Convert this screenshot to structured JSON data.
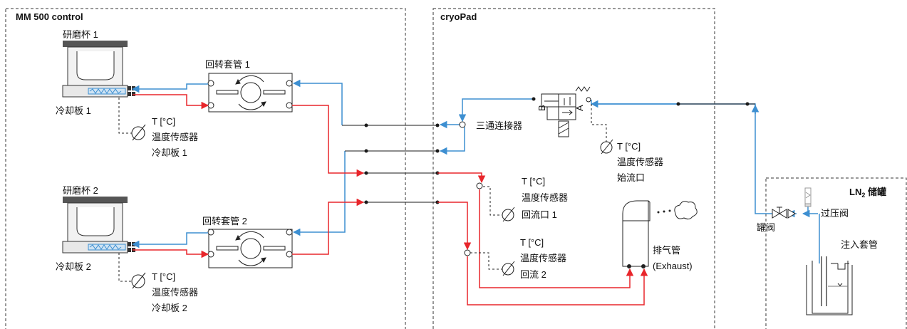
{
  "regions": {
    "mm500": "MM 500 control",
    "cryopad": "cryoPad",
    "ln2_prefix": "LN",
    "ln2_sub": "2",
    "ln2_suffix": " 储罐"
  },
  "labels": {
    "jar1": "研磨杯 1",
    "jar2": "研磨杯 2",
    "plate1": "冷却板 1",
    "plate2": "冷却板 2",
    "sleeve1": "回转套管 1",
    "sleeve2": "回转套管 2",
    "tee": "三通连接器",
    "exhaust": "排气管",
    "exhaust_en": "(Exhaust)",
    "tank_valve": "罐阀",
    "relief_valve": "过压阀",
    "fill_sleeve": "注入套管",
    "valve_b": "B",
    "valve_a": "A"
  },
  "sensors": {
    "plate1": {
      "t": "T [°C]",
      "name": "温度传感器",
      "loc": "冷却板 1"
    },
    "plate2": {
      "t": "T [°C]",
      "name": "温度传感器",
      "loc": "冷却板 2"
    },
    "inlet": {
      "t": "T [°C]",
      "name": "温度传感器",
      "loc": "始流口"
    },
    "return1": {
      "t": "T [°C]",
      "name": "温度传感器",
      "loc": "回流口 1"
    },
    "return2": {
      "t": "T [°C]",
      "name": "温度传感器",
      "loc": "回流 2"
    }
  },
  "colors": {
    "blue": "#3d8fd1",
    "red": "#e8262b",
    "black": "#1a1a1a",
    "lid": "#555555"
  }
}
